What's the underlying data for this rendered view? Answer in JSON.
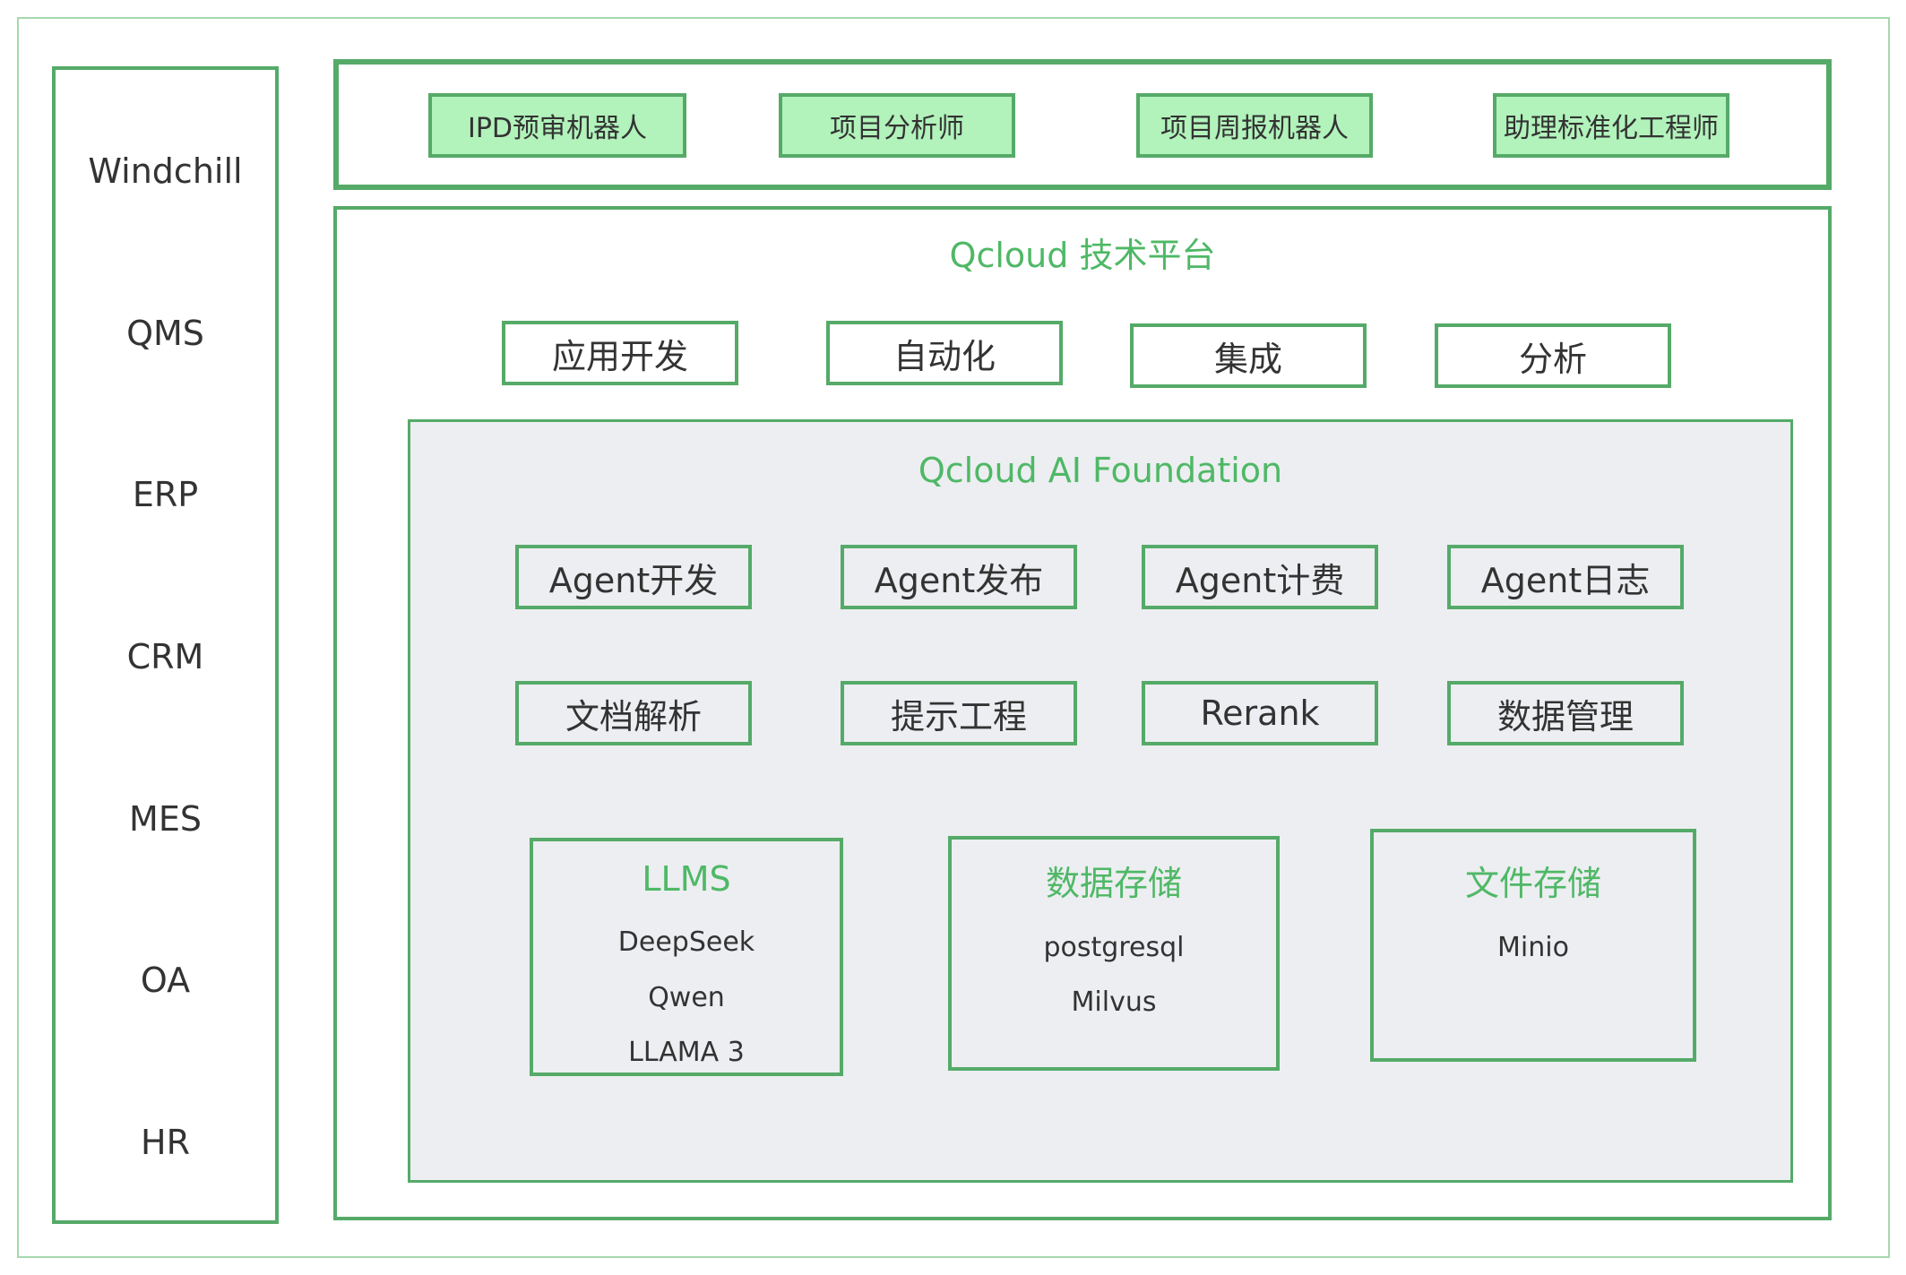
{
  "sidebar": {
    "items": [
      "Windchill",
      "QMS",
      "ERP",
      "CRM",
      "MES",
      "OA",
      "HR"
    ]
  },
  "agents": [
    "IPD预审机器人",
    "项目分析师",
    "项目周报机器人",
    "助理标准化工程师"
  ],
  "platform": {
    "title": "Qcloud 技术平台",
    "capabilities": [
      "应用开发",
      "自动化",
      "集成",
      "分析"
    ]
  },
  "foundation": {
    "title": "Qcloud AI Foundation",
    "row1": [
      "Agent开发",
      "Agent发布",
      "Agent计费",
      "Agent日志"
    ],
    "row2": [
      "文档解析",
      "提示工程",
      "Rerank",
      "数据管理"
    ],
    "llms": {
      "title": "LLMS",
      "items": [
        "DeepSeek",
        "Qwen",
        "LLAMA 3"
      ]
    },
    "data_storage": {
      "title": "数据存储",
      "items": [
        "postgresql",
        "Milvus"
      ]
    },
    "file_storage": {
      "title": "文件存储",
      "items": [
        "Minio"
      ]
    }
  },
  "colors": {
    "border_green": "#55aa68",
    "title_green": "#4fb866",
    "tag_fill": "#b2f2bb",
    "foundation_fill": "#eceef1"
  }
}
